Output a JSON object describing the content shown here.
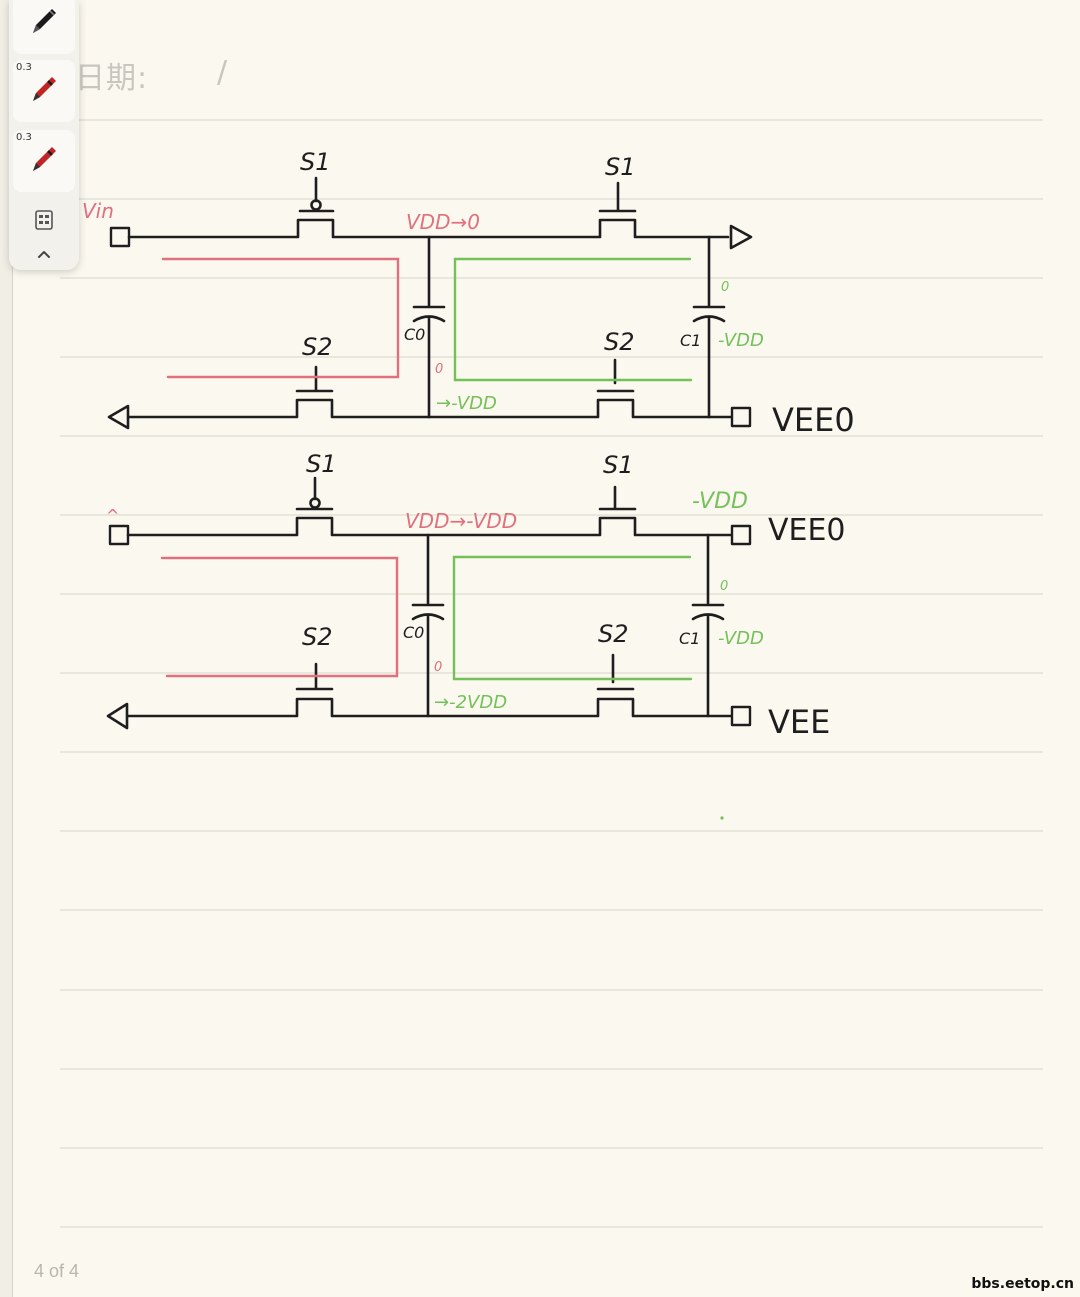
{
  "toolbar": {
    "pens": [
      {
        "size": "",
        "icon": "pen-black-icon",
        "color": "#1a1a1a"
      },
      {
        "size": "0.3",
        "icon": "pen-red-icon",
        "color": "#c02525"
      },
      {
        "size": "0.3",
        "icon": "pen-red-icon",
        "color": "#c02525"
      }
    ],
    "buttons": [
      {
        "icon": "layout-grid-icon"
      },
      {
        "icon": "chevron-up-icon"
      }
    ]
  },
  "header": {
    "date_label": "日期:",
    "date_slash": "/"
  },
  "circuit": {
    "ink_black": "#1e1e1e",
    "ink_red": "#e0707d",
    "ink_green": "#74c15a",
    "stage1": {
      "switch_top_left": "S1",
      "switch_top_right": "S1",
      "switch_bottom_left": "S2",
      "switch_bottom_right": "S2",
      "input_label": "Vin",
      "node_top_label": "VDD→0",
      "node_bottom_label": "→-VDD",
      "cap_left_label": "C0",
      "cap_right_label": "C1",
      "cap_right_top": "0",
      "cap_right_bottom": "-VDD",
      "cap_left_bottom": "0",
      "output_label": "VEE0"
    },
    "stage2": {
      "switch_top_left": "S1",
      "switch_top_right": "S1",
      "switch_bottom_left": "S2",
      "switch_bottom_right": "S2",
      "input_label": "^",
      "node_top_label": "VDD→-VDD",
      "node_bottom_label": "→-2VDD",
      "cap_left_label": "C0",
      "cap_right_label": "C1",
      "cap_right_top": "0",
      "cap_right_bottom": "-VDD",
      "cap_left_bottom": "0",
      "right_top_label": "-VDD",
      "right_top_output": "VEE0",
      "output_label": "VEE"
    }
  },
  "footer": {
    "page_indicator": "4 of 4"
  },
  "watermark": "bbs.eetop.cn"
}
